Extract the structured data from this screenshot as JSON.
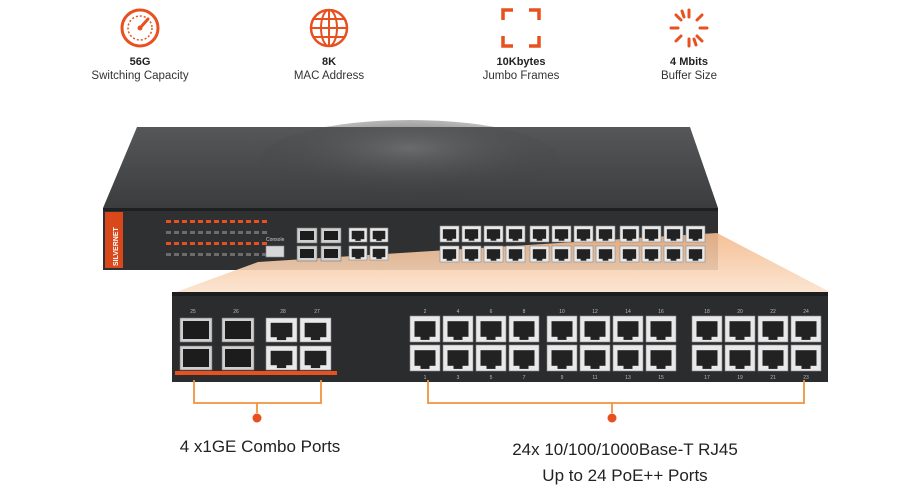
{
  "features": [
    {
      "value": "56G",
      "label": "Switching Capacity",
      "icon": "gauge-icon"
    },
    {
      "value": "8K",
      "label": "MAC Address",
      "icon": "globe-icon"
    },
    {
      "value": "10Kbytes",
      "label": "Jumbo Frames",
      "icon": "frame-corners-icon"
    },
    {
      "value": "4 Mbits",
      "label": "Buffer Size",
      "icon": "burst-icon"
    }
  ],
  "device": {
    "brand": "SILVERNET",
    "console_label": "Console",
    "combo_port_numbers": [
      "25",
      "26",
      "27",
      "28"
    ],
    "rj45_top_numbers": [
      "2",
      "4",
      "6",
      "8",
      "10",
      "12",
      "14",
      "16",
      "18",
      "20",
      "22",
      "24"
    ],
    "rj45_bottom_numbers": [
      "1",
      "3",
      "5",
      "7",
      "9",
      "11",
      "13",
      "15",
      "17",
      "19",
      "21",
      "23"
    ]
  },
  "captions": {
    "combo": "4 x1GE Combo Ports",
    "rj45_line1": "24x 10/100/1000Base-T RJ45",
    "rj45_line2": "Up to 24 PoE++ Ports"
  },
  "colors": {
    "accent": "#e8501f",
    "chassis": "#3a3b3d",
    "panel": "#2c2d2f",
    "highlight": "#f6c9a6"
  }
}
